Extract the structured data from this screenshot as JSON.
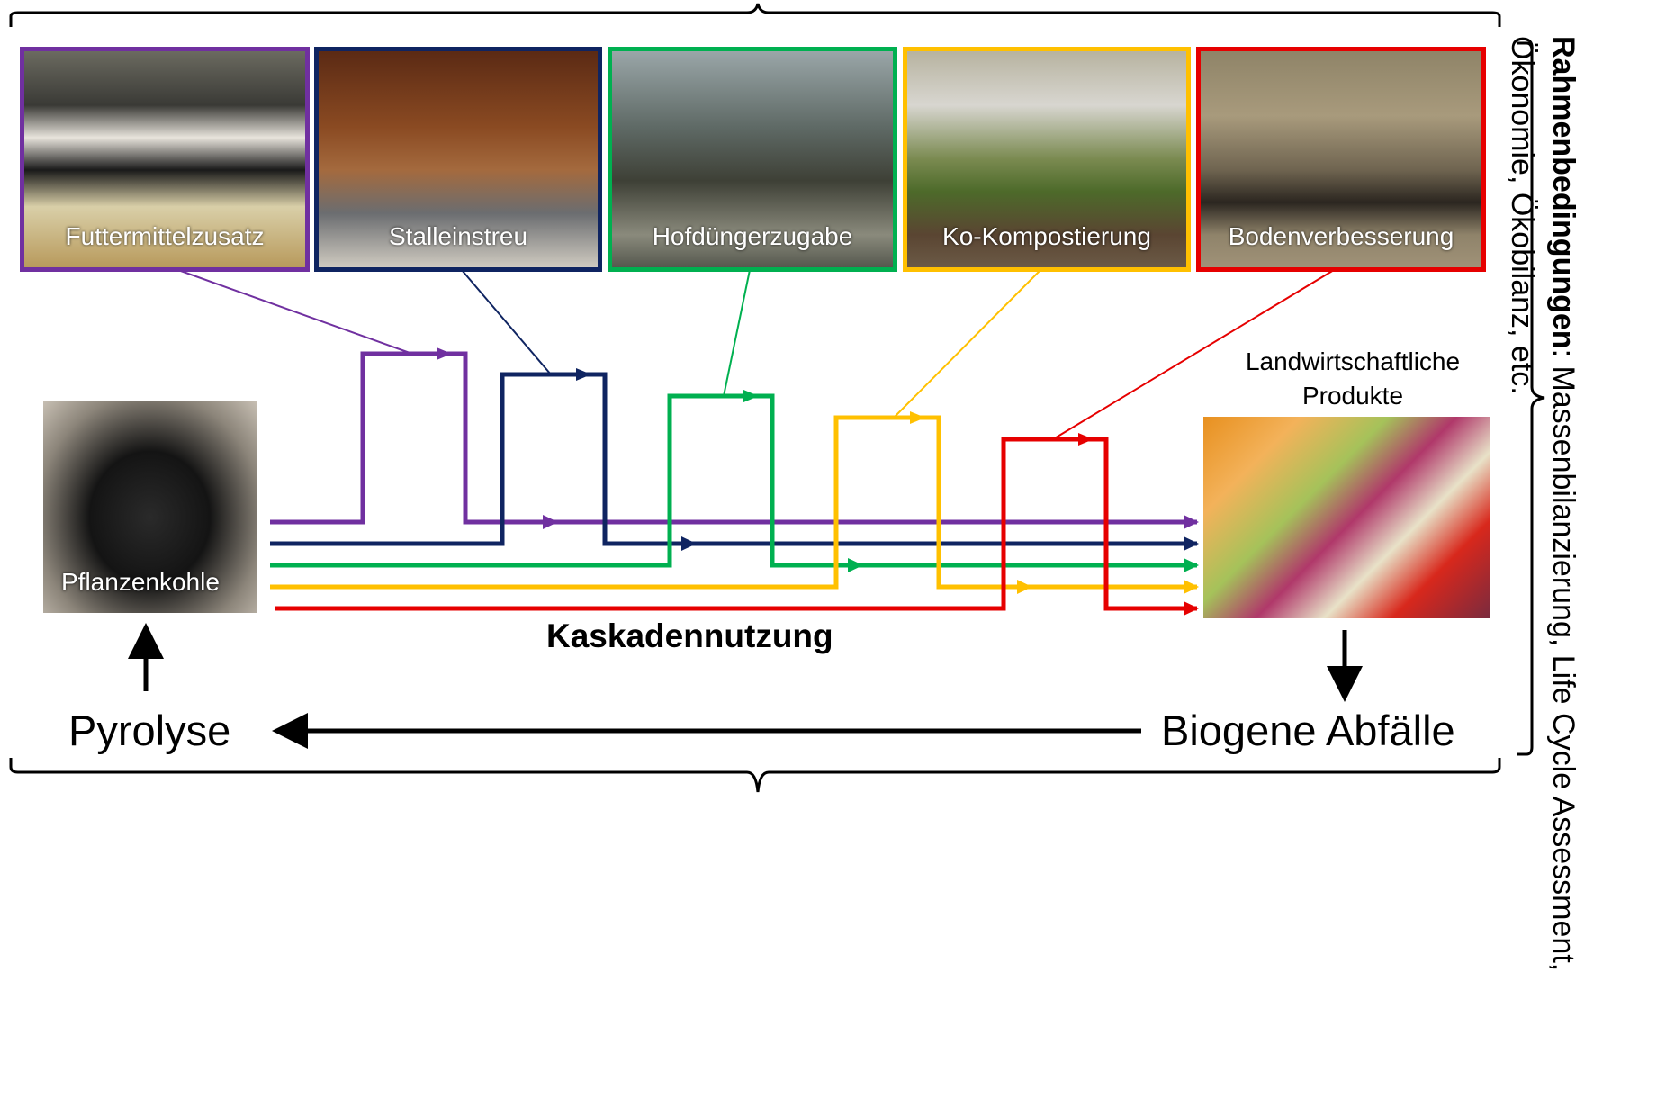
{
  "applications": [
    {
      "label": "Futtermittelzusatz",
      "color": "#7030a0",
      "image": "cows"
    },
    {
      "label": "Stalleinstreu",
      "color": "#0f2461",
      "image": "chickens"
    },
    {
      "label": "Hofdüngerzugabe",
      "color": "#00b050",
      "image": "slurry"
    },
    {
      "label": "Ko-Kompostierung",
      "color": "#ffc000",
      "image": "compost"
    },
    {
      "label": "Bodenverbesserung",
      "color": "#e60000",
      "image": "soil"
    }
  ],
  "biochar": {
    "label": "Pflanzenkohle",
    "image": "charcoal"
  },
  "products": {
    "label_line1": "Landwirtschaftliche",
    "label_line2": "Produkte",
    "image": "vegetables"
  },
  "cascade_label": "Kaskadennutzung",
  "pyrolysis_label": "Pyrolyse",
  "waste_label": "Biogene Abfälle",
  "conditions": {
    "title": "Rahmenbedingungen",
    "text": ": Massenbilanzierung, Life Cycle Assessment, Ökonomie, Ökobilanz, etc."
  }
}
